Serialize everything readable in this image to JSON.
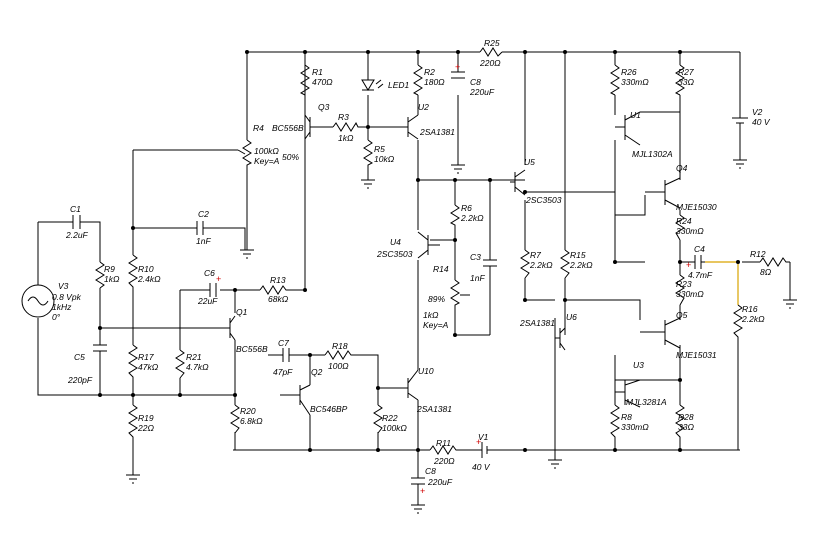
{
  "sources": {
    "V3": {
      "name": "V3",
      "lines": [
        "0.8 Vpk",
        "1kHz",
        "0°"
      ]
    },
    "V1": {
      "name": "V1",
      "value": "40 V"
    },
    "V2": {
      "name": "V2",
      "value": "40 V"
    }
  },
  "resistors": {
    "R1": {
      "name": "R1",
      "value": "470Ω"
    },
    "R2": {
      "name": "R2",
      "value": "180Ω"
    },
    "R3": {
      "name": "R3",
      "value": "1kΩ"
    },
    "R4": {
      "name": "R4",
      "value": "100kΩ",
      "key": "Key=A",
      "percent": "50%"
    },
    "R5": {
      "name": "R5",
      "value": "10kΩ"
    },
    "R6": {
      "name": "R6",
      "value": "2.2kΩ"
    },
    "R7": {
      "name": "R7",
      "value": "2.2kΩ"
    },
    "R8": {
      "name": "R8",
      "value": "330mΩ"
    },
    "R9": {
      "name": "R9",
      "value": "1kΩ"
    },
    "R10": {
      "name": "R10",
      "value": "2.4kΩ"
    },
    "R11": {
      "name": "R11",
      "value": "220Ω"
    },
    "R12": {
      "name": "R12",
      "value": "8Ω"
    },
    "R13": {
      "name": "R13",
      "value": "68kΩ"
    },
    "R14": {
      "name": "R14",
      "value": "1kΩ",
      "key": "Key=A",
      "percent": "89%"
    },
    "R15": {
      "name": "R15",
      "value": "2.2kΩ"
    },
    "R16": {
      "name": "R16",
      "value": "2.2kΩ"
    },
    "R17": {
      "name": "R17",
      "value": "47kΩ"
    },
    "R18": {
      "name": "R18",
      "value": "100Ω"
    },
    "R19": {
      "name": "R19",
      "value": "22Ω"
    },
    "R20": {
      "name": "R20",
      "value": "6.8kΩ"
    },
    "R21": {
      "name": "R21",
      "value": "4.7kΩ"
    },
    "R22": {
      "name": "R22",
      "value": "100kΩ"
    },
    "R23": {
      "name": "R23",
      "value": "330mΩ"
    },
    "R24": {
      "name": "R24",
      "value": "330mΩ"
    },
    "R25": {
      "name": "R25",
      "value": "220Ω"
    },
    "R26": {
      "name": "R26",
      "value": "330mΩ"
    },
    "R27": {
      "name": "R27",
      "value": "33Ω"
    },
    "R28": {
      "name": "R28",
      "value": "33Ω"
    }
  },
  "capacitors": {
    "C1": {
      "name": "C1",
      "value": "2.2uF"
    },
    "C2": {
      "name": "C2",
      "value": "1nF"
    },
    "C3": {
      "name": "C3",
      "value": "1nF"
    },
    "C4": {
      "name": "C4",
      "value": "4.7mF"
    },
    "C5": {
      "name": "C5",
      "value": "220pF"
    },
    "C6": {
      "name": "C6",
      "value": "22uF"
    },
    "C7": {
      "name": "C7",
      "value": "47pF"
    },
    "C8a": {
      "name": "C8",
      "value": "220uF"
    },
    "C8b": {
      "name": "C8",
      "value": "220uF"
    }
  },
  "transistors": {
    "Q1": {
      "name": "Q1",
      "part": "BC556B"
    },
    "Q2": {
      "name": "Q2",
      "part": "BC546BP"
    },
    "Q3": {
      "name": "Q3",
      "part": "BC556B"
    },
    "Q4": {
      "name": "Q4",
      "part": "MJE15030"
    },
    "Q5": {
      "name": "Q5",
      "part": "MJE15031"
    },
    "U1": {
      "name": "U1",
      "part": "MJL1302A"
    },
    "U2": {
      "name": "U2",
      "part": "2SA1381"
    },
    "U3": {
      "name": "U3",
      "part": "MJL3281A"
    },
    "U4": {
      "name": "U4",
      "part": "2SC3503"
    },
    "U5": {
      "name": "U5",
      "part": "2SC3503"
    },
    "U6": {
      "name": "U6",
      "part": "2SA1381"
    },
    "U10": {
      "name": "U10",
      "part": "2SA1381"
    }
  },
  "led": {
    "name": "LED1"
  },
  "colors": {
    "wire": "#000000",
    "output_wire": "#d9a400",
    "polarity": "#d00000"
  }
}
